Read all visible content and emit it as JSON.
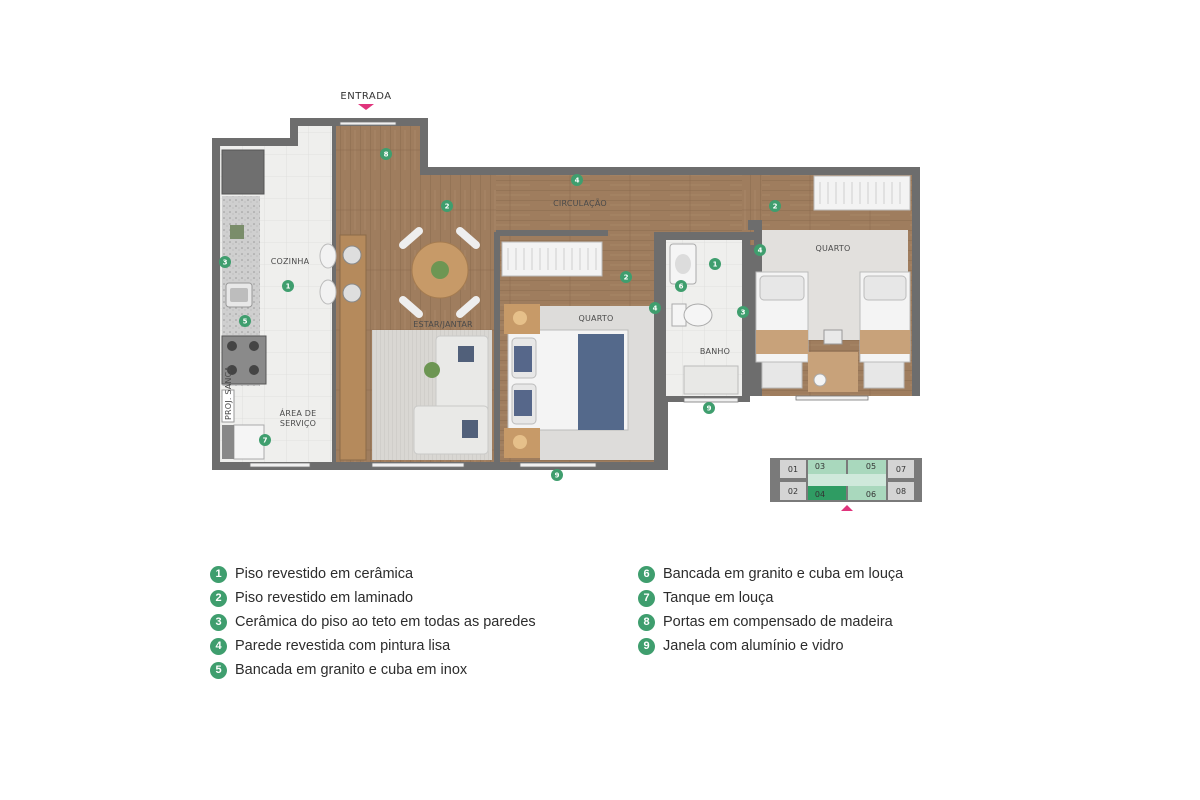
{
  "entrance_label": "ENTRADA",
  "rooms": {
    "cozinha": "COZINHA",
    "area_servico_1": "ÁREA DE",
    "area_servico_2": "SERVIÇO",
    "proj_sanca": "PROJ. SANCA",
    "estar_jantar": "ESTAR/JANTAR",
    "circulacao": "CIRCULAÇÃO",
    "quarto_1": "QUARTO",
    "quarto_2": "QUARTO",
    "banho": "BANHO"
  },
  "badges": [
    "1",
    "2",
    "3",
    "4",
    "5",
    "6",
    "7",
    "8",
    "9"
  ],
  "key_plan": {
    "units": [
      "01",
      "02",
      "03",
      "04",
      "05",
      "06",
      "07",
      "08"
    ],
    "highlight_unit": "04"
  },
  "legend": [
    {
      "num": "1",
      "text": "Piso revestido em cerâmica"
    },
    {
      "num": "2",
      "text": "Piso revestido em laminado"
    },
    {
      "num": "3",
      "text": "Cerâmica do piso ao teto em todas as paredes"
    },
    {
      "num": "4",
      "text": "Parede revestida com pintura lisa"
    },
    {
      "num": "5",
      "text": "Bancada em granito e cuba em inox"
    },
    {
      "num": "6",
      "text": "Bancada em granito e cuba em louça"
    },
    {
      "num": "7",
      "text": "Tanque em louça"
    },
    {
      "num": "8",
      "text": "Portas em compensado de madeira"
    },
    {
      "num": "9",
      "text": "Janela com alumínio e vidro"
    }
  ],
  "colors": {
    "wall": "#6d6d6d",
    "wood": "#9b7a5c",
    "tile": "#eeeeec",
    "badge": "#3f9e6e",
    "accent": "#e0347c",
    "highlight": "#2f9c63",
    "light_green": "#a9d8bd"
  }
}
